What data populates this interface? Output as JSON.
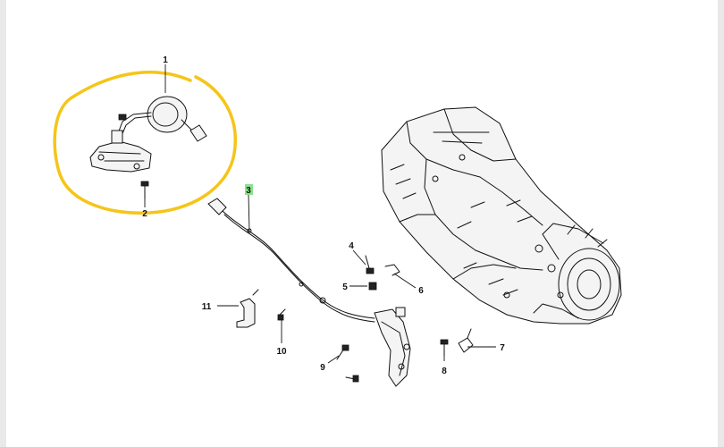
{
  "diagram": {
    "callouts": [
      {
        "id": "1",
        "label": "1"
      },
      {
        "id": "2",
        "label": "2"
      },
      {
        "id": "3",
        "label": "3"
      },
      {
        "id": "4",
        "label": "4"
      },
      {
        "id": "5",
        "label": "5"
      },
      {
        "id": "6",
        "label": "6"
      },
      {
        "id": "7",
        "label": "7"
      },
      {
        "id": "8",
        "label": "8"
      },
      {
        "id": "9",
        "label": "9"
      },
      {
        "id": "10",
        "label": "10"
      },
      {
        "id": "11",
        "label": "11"
      }
    ],
    "highlight_color": "#f5c518",
    "callout_3_highlight_color": "#3ecf3e"
  }
}
